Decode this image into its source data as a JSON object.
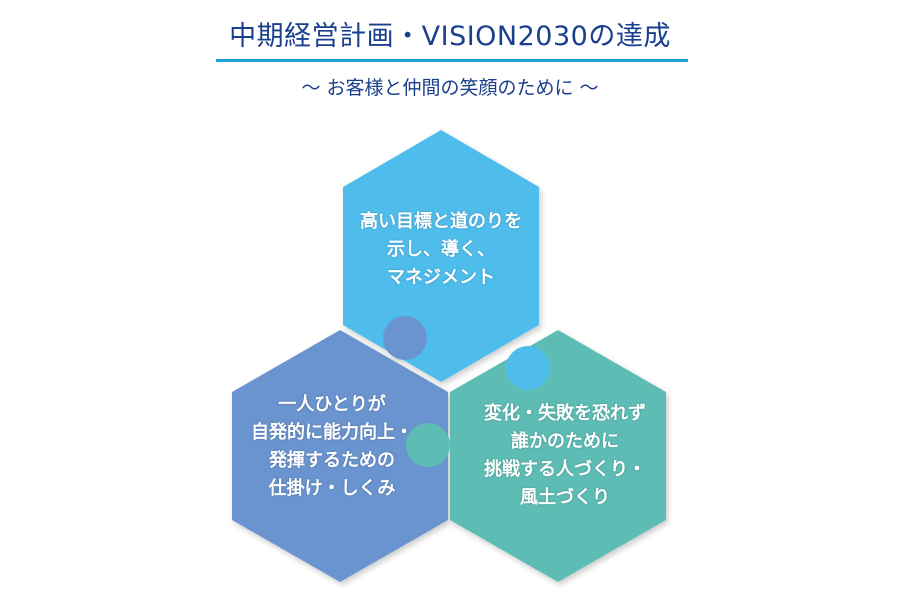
{
  "title": "中期経営計画・VISION2030の達成",
  "subtitle": "～ お客様と仲間の笑顔のために ～",
  "colors": {
    "title": "#1a3f8c",
    "rule": "#1ea0d7",
    "top": "#4fbdec",
    "left": "#6a94cf",
    "right": "#5dbdb5"
  },
  "pieces": {
    "top": {
      "lines": [
        "高い目標と道のりを",
        "示し、導く、",
        "マネジメント"
      ]
    },
    "left": {
      "lines": [
        "一人ひとりが",
        "自発的に能力向上・",
        "発揮するための",
        "仕掛け・しくみ"
      ]
    },
    "right": {
      "lines": [
        "変化・失敗を恐れず",
        "誰かのために",
        "挑戦する人づくり・",
        "風土づくり"
      ]
    }
  }
}
